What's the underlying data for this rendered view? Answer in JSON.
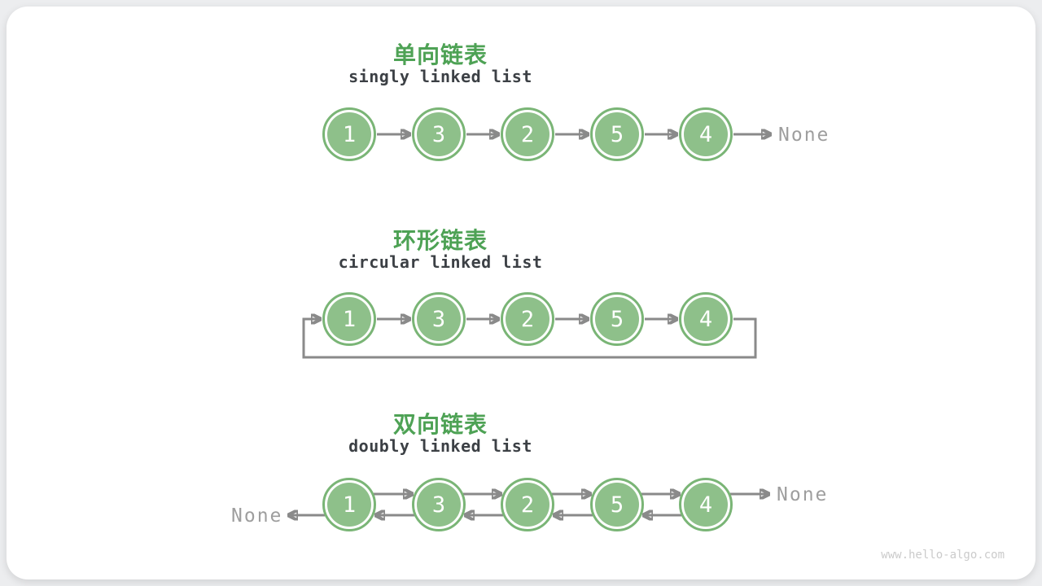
{
  "watermark": "www.hello-algo.com",
  "colors": {
    "title_green": "#4EA255",
    "node_fill": "#8EC08A",
    "node_ring": "#7AB576",
    "arrow_gray": "#8A8A8A",
    "subtitle_dark": "#3C4045",
    "none_gray": "#9E9E9E"
  },
  "sections": [
    {
      "title": "单向链表",
      "subtitle": "singly linked list",
      "nodes": [
        "1",
        "3",
        "2",
        "5",
        "4"
      ],
      "tail_label": "None"
    },
    {
      "title": "环形链表",
      "subtitle": "circular linked list",
      "nodes": [
        "1",
        "3",
        "2",
        "5",
        "4"
      ]
    },
    {
      "title": "双向链表",
      "subtitle": "doubly linked list",
      "nodes": [
        "1",
        "3",
        "2",
        "5",
        "4"
      ],
      "head_label": "None",
      "tail_label": "None"
    }
  ]
}
